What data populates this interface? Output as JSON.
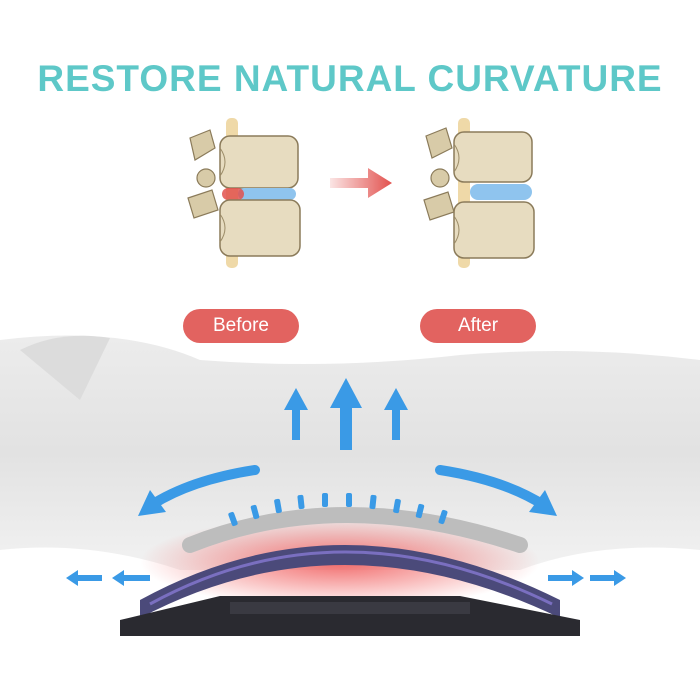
{
  "headline": "RESTORE NATURAL CURVATURE",
  "labels": {
    "before": "Before",
    "after": "After"
  },
  "colors": {
    "headline": "#5ec8c8",
    "pill": "#e26360",
    "arrow_red": "#e2514e",
    "arrow_blue": "#3a9ae6",
    "bone": "#e7dcc0",
    "disc": "#8fc4ee",
    "device": "#2a2a30"
  },
  "icons": {
    "vertebra_before": "vertebra-compressed-icon",
    "vertebra_after": "vertebra-healthy-icon",
    "transition_arrow": "arrow-right-icon",
    "expansion_arrows": "arrow-icon"
  }
}
